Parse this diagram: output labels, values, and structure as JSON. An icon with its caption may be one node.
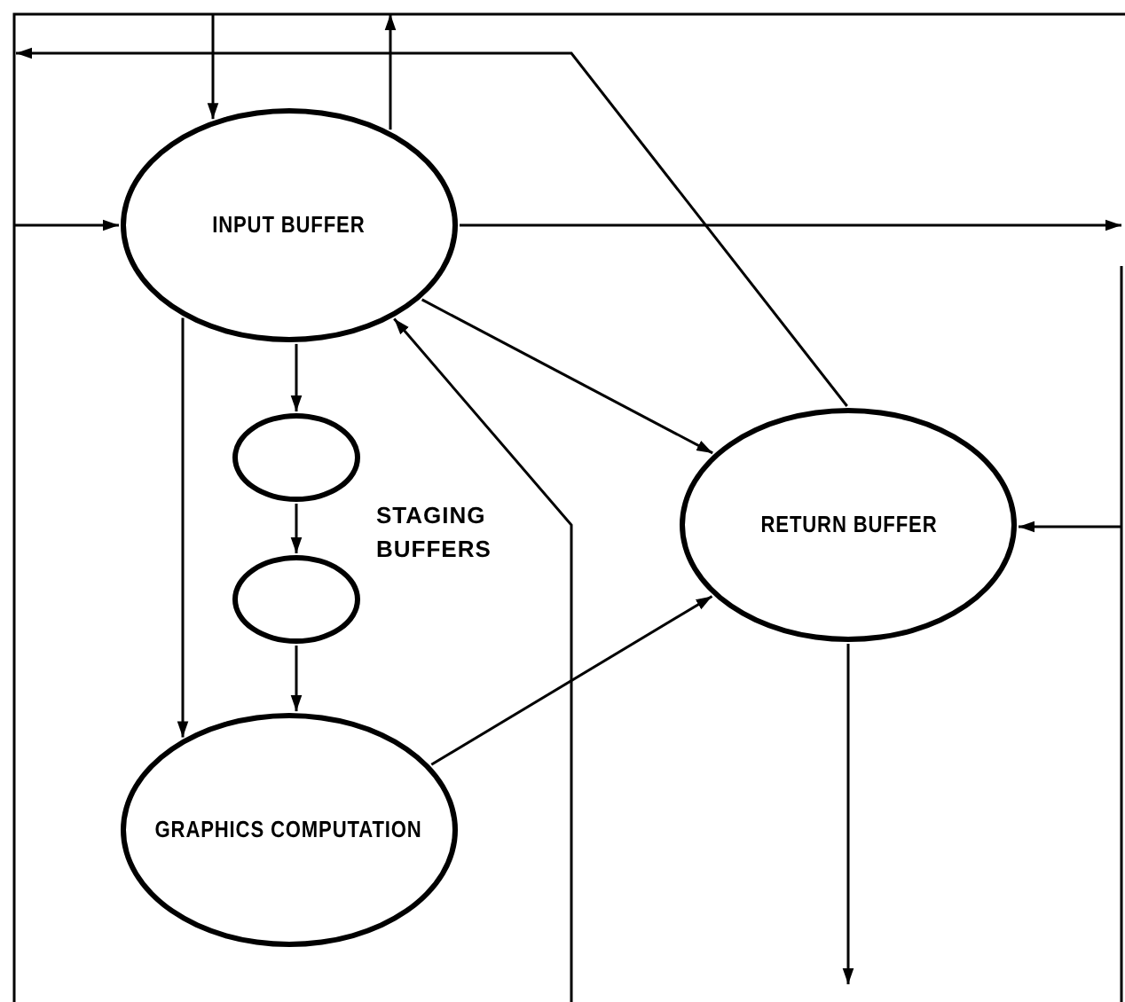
{
  "diagram": {
    "nodes": [
      {
        "text": [
          "INPUT BUFFER"
        ]
      },
      {
        "text": [],
        "shape": "circle"
      },
      {
        "text": [],
        "shape": "circle"
      },
      {
        "text": [
          "GRAPHICS COMPUTATION"
        ]
      },
      {
        "text": [
          "RETURN BUFFER"
        ]
      }
    ],
    "edges": [
      {
        "from": null,
        "to": 0,
        "arrow": "to"
      },
      {
        "from": 0,
        "to": null,
        "arrow": "to"
      },
      {
        "from": 4,
        "to": null,
        "arrow": "to"
      },
      {
        "from": null,
        "to": 0,
        "arrow": "to"
      },
      {
        "from": 0,
        "to": null,
        "arrow": "to"
      },
      {
        "from": 0,
        "to": 1,
        "arrow": "to"
      },
      {
        "from": 1,
        "to": 2,
        "arrow": "to"
      },
      {
        "from": 2,
        "to": 3,
        "arrow": "to"
      },
      {
        "from": 0,
        "to": 3,
        "arrow": "to"
      },
      {
        "from": 0,
        "to": 4,
        "arrow": "to"
      },
      {
        "from": null,
        "to": 0,
        "arrow": "to"
      },
      {
        "from": 3,
        "to": 4,
        "arrow": "to"
      },
      {
        "from": null,
        "to": 4,
        "arrow": "to"
      },
      {
        "from": 4,
        "to": null,
        "arrow": "to"
      }
    ],
    "labels": [
      "STAGING BUFFERS"
    ]
  }
}
